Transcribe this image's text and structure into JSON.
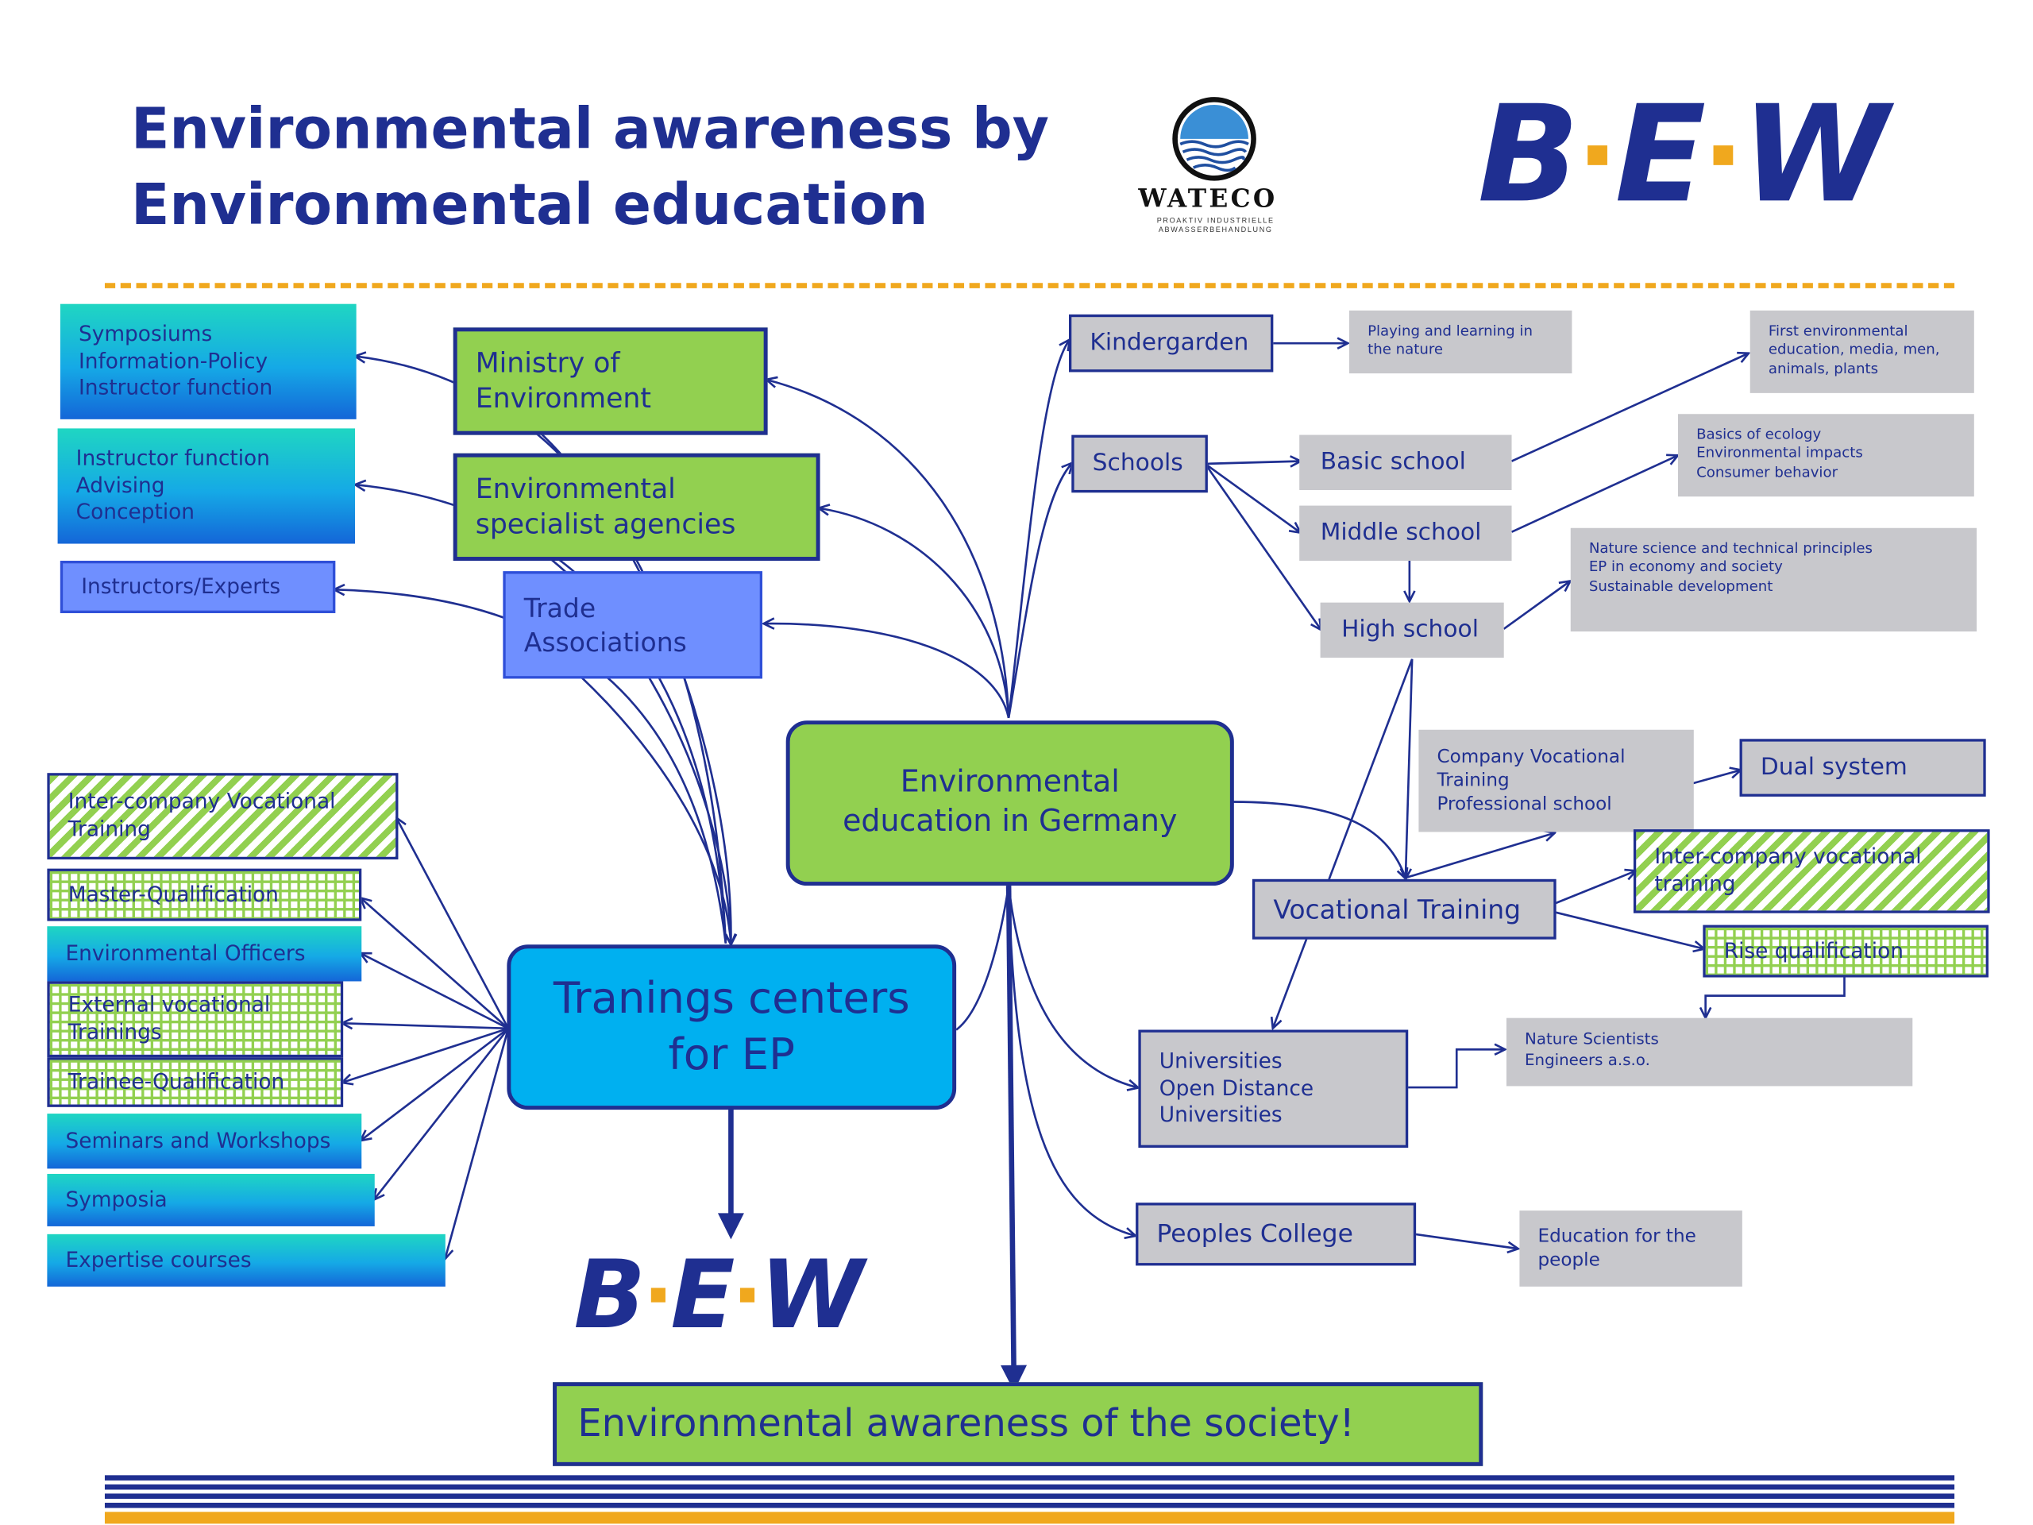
{
  "title": {
    "line1": "Environmental awareness by",
    "line2": "Environmental education"
  },
  "logos": {
    "wateco": {
      "name": "WATECO",
      "tagline": "PROAKTIV INDUSTRIELLE ABWASSERBEHANDLUNG"
    },
    "bew": {
      "letters": [
        "B",
        "E",
        "W"
      ],
      "dot_color": "#f0a81e",
      "text_color": "#1f2f91"
    }
  },
  "colors": {
    "navy": "#1f2f91",
    "green": "#92d050",
    "gray": "#c8c8cc",
    "orange": "#f0a81e",
    "light_blue": "#00b0f0",
    "purple_blue": "#6f8fff"
  },
  "center": {
    "label": "Environmental\neducation in Germany"
  },
  "training_centers": {
    "label": "Tranings centers\nfor EP"
  },
  "bottom": {
    "label": "Environmental awareness of the society!"
  },
  "institutions": {
    "ministry": "Ministry of\nEnvironment",
    "agencies": "Environmental\nspecialist agencies",
    "trade": "Trade\nAssociations"
  },
  "left_top": {
    "symposiums": "Symposiums\nInformation-Policy\nInstructor function",
    "instructor": "Instructor function\nAdvising\nConception",
    "experts": "Instructors/Experts"
  },
  "training_offers": {
    "inter_company": "Inter-company Vocational\nTraining",
    "master": "Master-Qualification",
    "officers": "Environmental Officers",
    "external": "External vocational\nTrainings",
    "trainee": "Trainee-Qualification",
    "seminars": "Seminars and Workshops",
    "symposia": "Symposia",
    "expertise": "Expertise courses"
  },
  "education_levels": {
    "kindergarden": "Kindergarden",
    "schools": "Schools",
    "basic": "Basic school",
    "middle": "Middle school",
    "high": "High school",
    "vocational": "Vocational Training",
    "universities": "Universities\nOpen Distance\nUniversities",
    "peoples_college": "Peoples College"
  },
  "notes": {
    "kindergarden": "Playing and learning in\nthe nature",
    "basic": "First environmental\neducation, media, men,\nanimals, plants",
    "middle": "Basics of ecology\nEnvironmental impacts\nConsumer behavior",
    "high": "Nature science and technical principles\nEP in economy and society\nSustainable development",
    "company_vocational": "Company Vocational\nTraining\nProfessional school",
    "universities": "Nature Scientists\nEngineers a.s.o.",
    "peoples_college": "Education for the\npeople"
  },
  "vocational_paths": {
    "dual": "Dual system",
    "inter_company": "Inter-company vocational\ntraining",
    "rise": "Rise qualification"
  }
}
